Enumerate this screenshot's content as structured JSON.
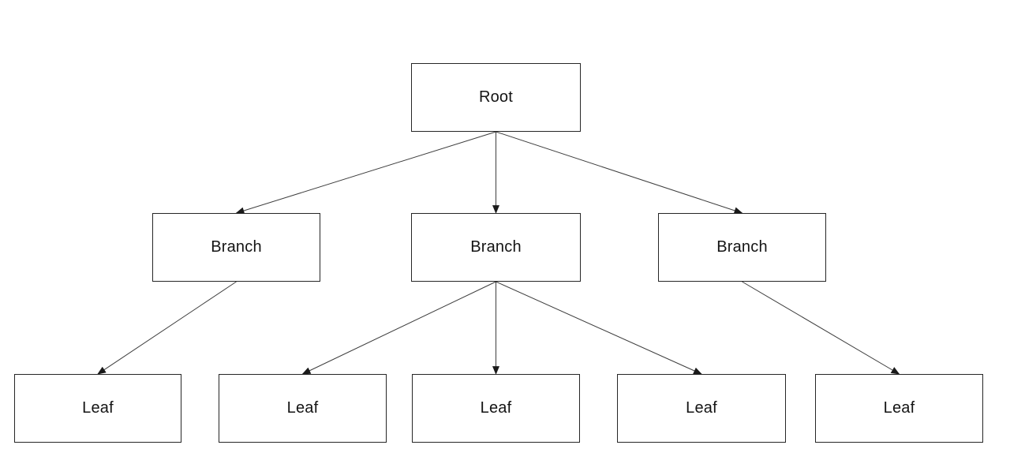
{
  "diagram": {
    "type": "tree",
    "nodes": [
      {
        "id": "root",
        "label": "Root"
      },
      {
        "id": "branch-1",
        "label": "Branch"
      },
      {
        "id": "branch-2",
        "label": "Branch"
      },
      {
        "id": "branch-3",
        "label": "Branch"
      },
      {
        "id": "leaf-1",
        "label": "Leaf"
      },
      {
        "id": "leaf-2",
        "label": "Leaf"
      },
      {
        "id": "leaf-3",
        "label": "Leaf"
      },
      {
        "id": "leaf-4",
        "label": "Leaf"
      },
      {
        "id": "leaf-5",
        "label": "Leaf"
      }
    ],
    "edges": [
      {
        "from": "root",
        "to": "branch-1"
      },
      {
        "from": "root",
        "to": "branch-2"
      },
      {
        "from": "root",
        "to": "branch-3"
      },
      {
        "from": "branch-1",
        "to": "leaf-1"
      },
      {
        "from": "branch-2",
        "to": "leaf-2"
      },
      {
        "from": "branch-2",
        "to": "leaf-3"
      },
      {
        "from": "branch-2",
        "to": "leaf-4"
      },
      {
        "from": "branch-3",
        "to": "leaf-5"
      }
    ],
    "colors": {
      "background": "#ffffff",
      "node_border": "#262626",
      "edge_line": "#3d3d3d",
      "text": "#141414"
    }
  }
}
